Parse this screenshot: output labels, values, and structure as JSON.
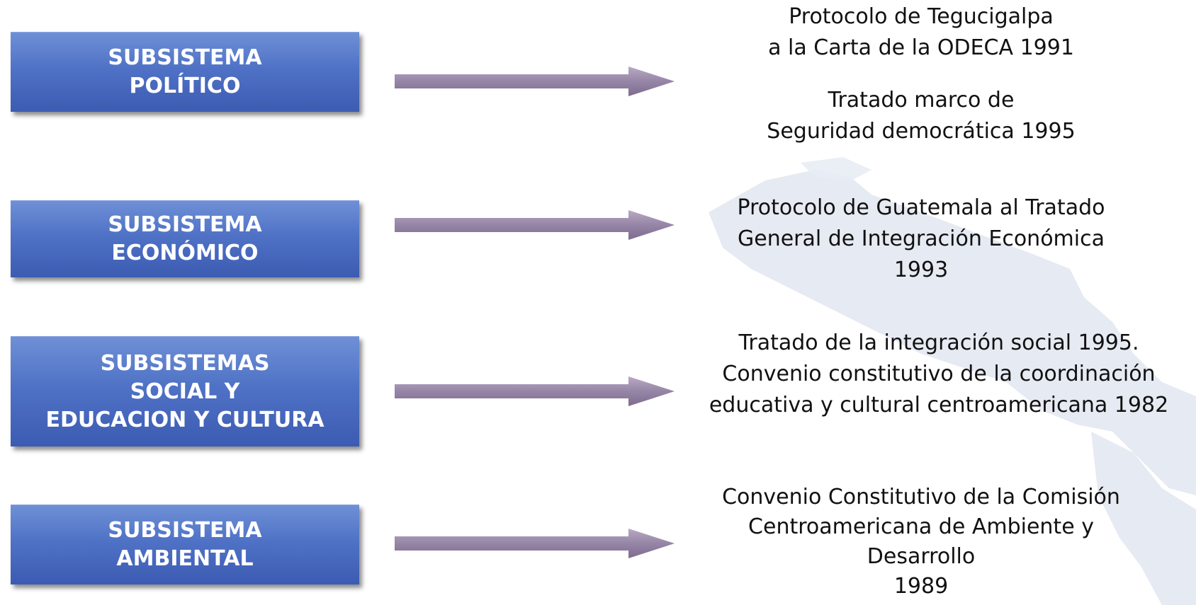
{
  "colors": {
    "box_top": "#6f90d6",
    "box_bottom": "#3c5bb2",
    "arrow": "#9a8aa8",
    "watermark": "#dfe4ee"
  },
  "rows": [
    {
      "box_lines": [
        "SUBSISTEMA",
        "POLÍTICO"
      ],
      "desc_groups": [
        [
          "Protocolo de Tegucigalpa",
          "a la Carta de la ODECA 1991"
        ],
        [
          "Tratado marco de",
          "Seguridad democrática 1995"
        ]
      ]
    },
    {
      "box_lines": [
        "SUBSISTEMA",
        "ECONÓMICO"
      ],
      "desc_groups": [
        [
          "Protocolo de Guatemala al Tratado",
          "General de Integración Económica",
          "1993"
        ]
      ]
    },
    {
      "box_lines": [
        "SUBSISTEMAS",
        "SOCIAL Y",
        "EDUCACION Y CULTURA"
      ],
      "desc_groups": [
        [
          "Tratado de la integración social 1995.",
          "Convenio constitutivo de la coordinación",
          "educativa y cultural centroamericana 1982"
        ]
      ]
    },
    {
      "box_lines": [
        "SUBSISTEMA",
        "AMBIENTAL"
      ],
      "desc_groups": [
        [
          "Convenio Constitutivo de la Comisión",
          "Centroamericana de Ambiente y",
          "Desarrollo",
          "1989"
        ]
      ]
    }
  ]
}
